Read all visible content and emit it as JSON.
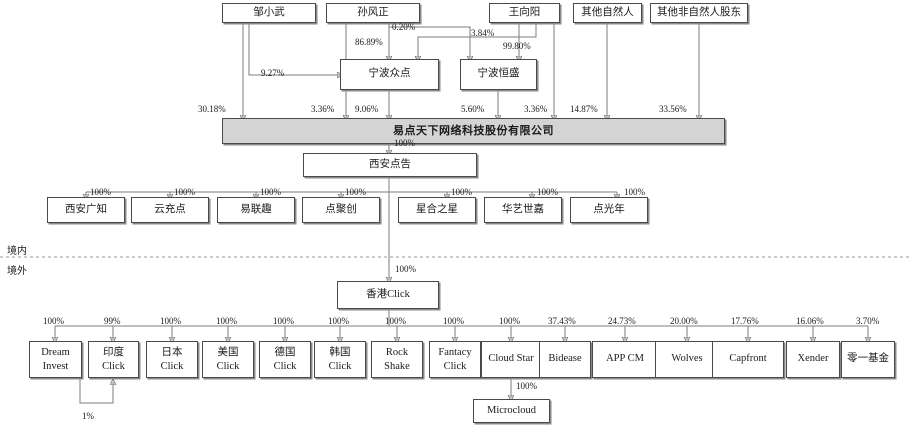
{
  "diagram": {
    "title_label": "易点天下网络科技股份有限公司",
    "region_onshore": "境内",
    "region_offshore": "境外"
  },
  "shareholders": [
    {
      "id": "zou",
      "label": "邹小武"
    },
    {
      "id": "sun",
      "label": "孙风正"
    },
    {
      "id": "wang",
      "label": "王向阳"
    },
    {
      "id": "other_natural",
      "label": "其他自然人"
    },
    {
      "id": "other_nonnatural",
      "label": "其他非自然人股东"
    }
  ],
  "holding_entities": [
    {
      "id": "ningbo_zhongdian",
      "label": "宁波众点"
    },
    {
      "id": "ningbo_hengsheng",
      "label": "宁波恒盛"
    }
  ],
  "mid": {
    "xian_diangao": "西安点告",
    "xian_diangao_pct": "100%"
  },
  "domestic_subs": [
    {
      "label": "西安广知",
      "pct": "100%"
    },
    {
      "label": "云充点",
      "pct": "100%"
    },
    {
      "label": "易联趣",
      "pct": "100%"
    },
    {
      "label": "点聚创",
      "pct": "100%"
    },
    {
      "label": "星合之星",
      "pct": "100%"
    },
    {
      "label": "华艺世嘉",
      "pct": "100%"
    },
    {
      "label": "点光年",
      "pct": "100%"
    }
  ],
  "hk": {
    "label": "香港Click",
    "pct": "100%"
  },
  "offshore_subs": [
    {
      "line1": "Dream",
      "line2": "Invest",
      "pct": "100%"
    },
    {
      "line1": "印度",
      "line2": "Click",
      "pct": "99%"
    },
    {
      "line1": "日本",
      "line2": "Click",
      "pct": "100%"
    },
    {
      "line1": "美国",
      "line2": "Click",
      "pct": "100%"
    },
    {
      "line1": "德国",
      "line2": "Click",
      "pct": "100%"
    },
    {
      "line1": "韩国",
      "line2": "Click",
      "pct": "100%"
    },
    {
      "line1": "Rock",
      "line2": "Shake",
      "pct": "100%"
    },
    {
      "line1": "Fantacy",
      "line2": "Click",
      "pct": "100%"
    },
    {
      "line1": "Cloud Star",
      "line2": "",
      "pct": "100%"
    },
    {
      "line1": "Bidease",
      "line2": "",
      "pct": "37.43%"
    },
    {
      "line1": "APP CM",
      "line2": "",
      "pct": "24.73%"
    },
    {
      "line1": "Wolves",
      "line2": "",
      "pct": "20.00%"
    },
    {
      "line1": "Capfront",
      "line2": "",
      "pct": "17.76%"
    },
    {
      "line1": "Xender",
      "line2": "",
      "pct": "16.06%"
    },
    {
      "line1": "零一基金",
      "line2": "",
      "pct": "3.70%"
    }
  ],
  "microcloud": {
    "label": "Microcloud",
    "pct": "100%"
  },
  "edge_labels": {
    "zou_to_main": "30.18%",
    "zou_to_ningbo_zhongdian": "9.27%",
    "sun_to_main": "3.36%",
    "sun_to_ningbo_zhongdian": "86.89%",
    "sun_to_ningbo_hengsheng": "0.20%",
    "wang_to_ningbo_zhongdian": "3.84%",
    "wang_to_ningbo_hengsheng": "99.80%",
    "wang_to_main": "3.36%",
    "ningbo_zhongdian_to_main": "9.06%",
    "ningbo_hengsheng_to_main": "5.60%",
    "other_natural_to_main": "14.87%",
    "other_nonnatural_to_main": "33.56%",
    "dream_to_india": "1%"
  },
  "colors": {
    "main_fill": "#d4d4d4",
    "box_border": "#4a4a4a",
    "wire": "#7d7d7d",
    "text": "#1a1a1a"
  }
}
